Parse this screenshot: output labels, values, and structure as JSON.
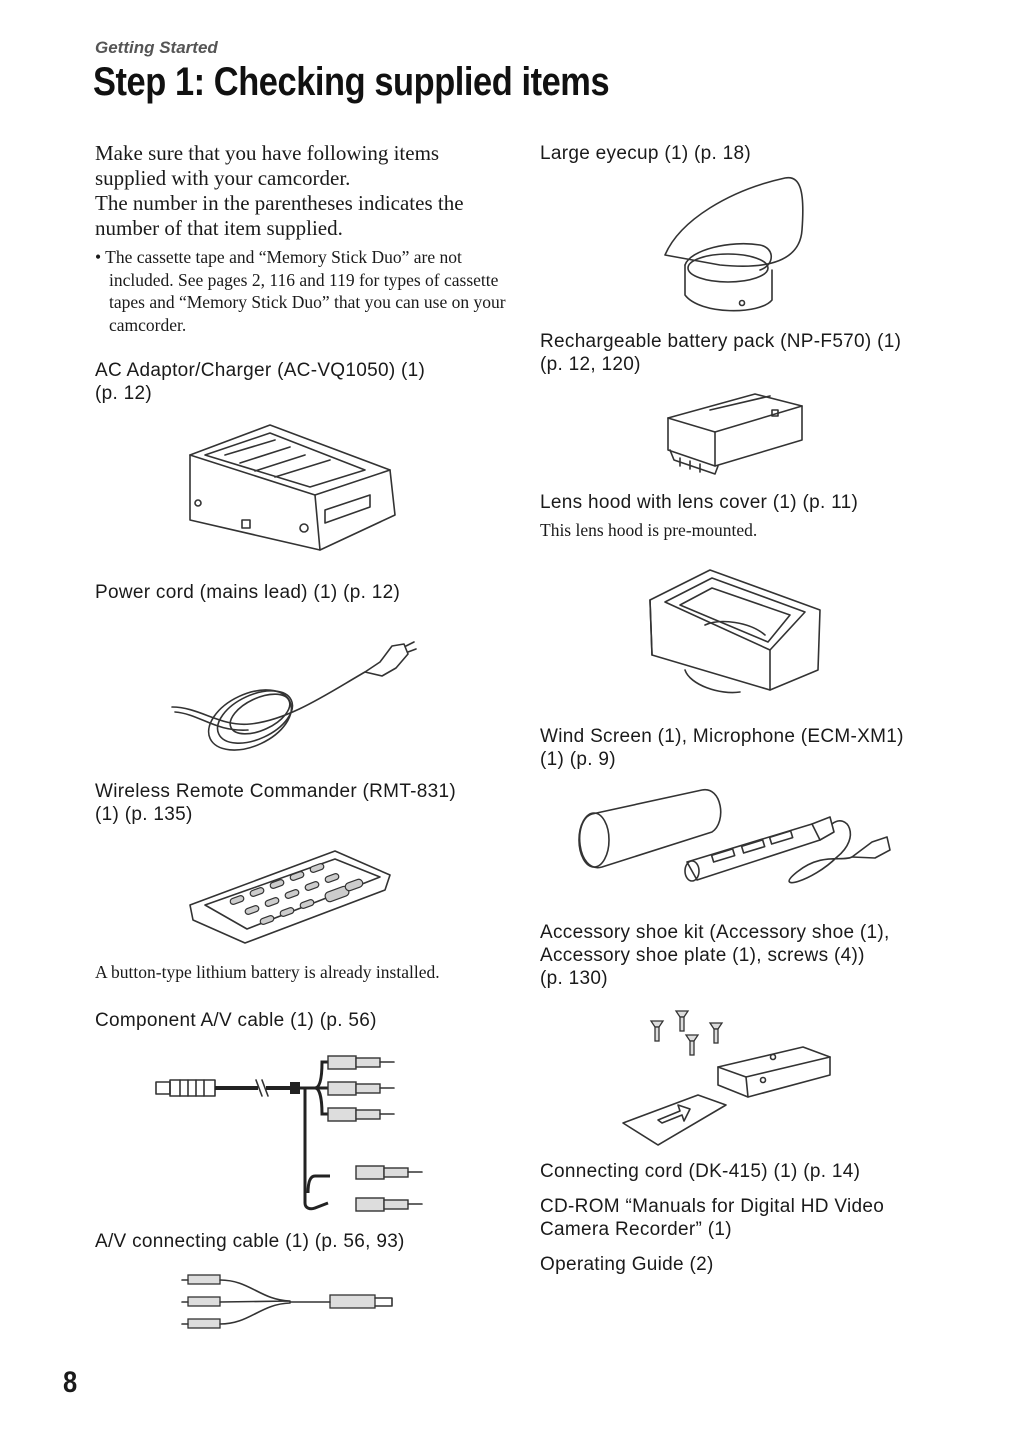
{
  "header": {
    "section": "Getting Started",
    "title": "Step 1: Checking supplied items"
  },
  "intro": {
    "paragraph": "Make sure that you have following items supplied with your camcorder.\nThe number in the parentheses indicates the number of that item supplied.",
    "bullet": "• The cassette tape and “Memory Stick Duo” are not included. See pages 2, 116 and 119 for types of cassette tapes and “Memory Stick Duo” that you can use on your camcorder."
  },
  "left_items": [
    {
      "label": "AC Adaptor/Charger (AC-VQ1050) (1)\n(p. 12)"
    },
    {
      "label": "Power cord (mains lead) (1) (p. 12)"
    },
    {
      "label": "Wireless Remote Commander (RMT-831)\n(1) (p. 135)",
      "note": "A button-type lithium battery is already installed."
    },
    {
      "label": "Component A/V cable (1) (p. 56)"
    },
    {
      "label": "A/V connecting cable (1) (p. 56, 93)"
    }
  ],
  "right_items": [
    {
      "label": "Large eyecup (1) (p. 18)"
    },
    {
      "label": "Rechargeable battery pack (NP-F570) (1)\n(p. 12, 120)"
    },
    {
      "label": "Lens hood with lens cover (1) (p. 11)",
      "note": "This lens hood is pre-mounted."
    },
    {
      "label": "Wind Screen (1), Microphone (ECM-XM1)\n(1) (p. 9)"
    },
    {
      "label": "Accessory shoe kit (Accessory shoe (1),\nAccessory shoe plate (1), screws (4))\n(p. 130)"
    },
    {
      "label": "Connecting cord (DK-415) (1) (p. 14)"
    },
    {
      "label": "CD-ROM “Manuals for Digital HD Video\nCamera Recorder” (1)"
    },
    {
      "label": "Operating Guide (2)"
    }
  ],
  "page_number": "8"
}
